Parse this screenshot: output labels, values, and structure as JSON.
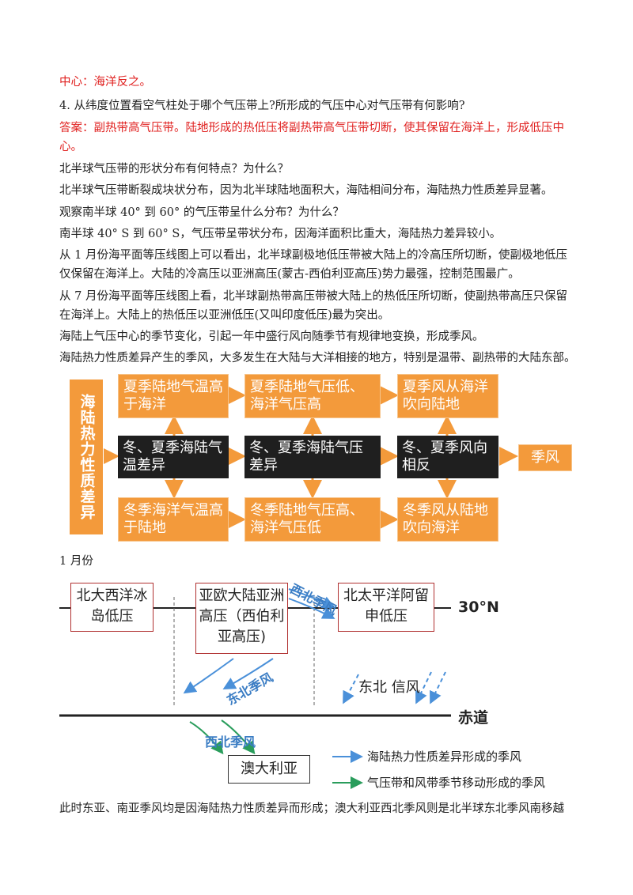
{
  "lines": {
    "l1": "中心：海洋反之。",
    "l2": "4.  从纬度位置看空气柱处于哪个气压带上?所形成的气压中心对气压带有何影响?",
    "l3": "答案：副热带高气压带。陆地形成的热低压将副热带高气压带切断，使其保留在海洋上，形成低压中",
    "l4": "心。",
    "l5": "北半球气压带的形状分布有何特点？为什么？",
    "l6": "北半球气压带断裂成块状分布，因为北半球陆地面积大，海陆相间分布，海陆热力性质差异显著。",
    "l7": "观察南半球 40°  到 60°  的气压带呈什么分布？为什么？",
    "l8": "南半球 40° S 到 60° S，气压带呈带状分布，因海洋面积比重大，海陆热力差异较小。",
    "l9": "从 1 月份海平面等压线图上可以看出，北半球副极地低压带被大陆上的冷高压所切断，使副极地低压",
    "l10": "仅保留在海洋上。大陆的冷高压以亚洲高压(蒙古-西伯利亚高压)势力最强，控制范围最广。",
    "l11": "从 7 月份海平面等压线图上看，北半球副热带高压带被大陆上的热低压所切断，使副热带高压只保留",
    "l12": "在海洋上。大陆上的热低压以亚洲低压(又叫印度低压)最为突出。",
    "l13": "海陆上气压中心的季节变化，引起一年中盛行风向随季节有规律地变换，形成季风。",
    "l14": "海陆热力性质差异产生的季风，大多发生在大陆与大洋相接的地方，特别是温带、副热带的大陆东部。",
    "l15": "1 月份",
    "l16": "此时东亚、南亚季风均是因海陆热力性质差异而形成；澳大利亚西北季风则是北半球东北季风南移越"
  },
  "flow": {
    "left": "海陆热力性质差异",
    "r1c1": "夏季陆地气温高于海洋",
    "r1c2": "夏季陆地气压低、海洋气压高",
    "r1c3": "夏季风从海洋吹向陆地",
    "r2c1": "冬、夏季海陆气温差异",
    "r2c2": "冬、夏季海陆气压差异",
    "r2c3": "冬、夏季风向相反",
    "r2c4": "季风",
    "r3c1": "冬季海洋气温高于陆地",
    "r3c2": "冬季陆地气压高、海洋气压低",
    "r3c3": "冬季风从陆地吹向海洋",
    "colors": {
      "orange": "#f39a3b",
      "dark": "#1f1f1f"
    }
  },
  "map": {
    "box1": "北大西洋冰岛低压",
    "box2": "亚欧大陆亚洲高压（西伯利亚高压)",
    "box3": "北太平洋阿留申低压",
    "lat30": "30°N",
    "equator": "赤道",
    "nw_monsoon_top": "西北季风",
    "ne_monsoon": "东北季风",
    "ne_trade": "东北 信风",
    "nw_monsoon_bottom": "西北季风",
    "australia": "澳大利亚",
    "legend_blue": "海陆热力性质差异形成的季风",
    "legend_green": "气压带和风带季节移动形成的季风",
    "colors": {
      "blue": "#4a90d9",
      "green": "#2a9d5c",
      "monsoon_text": "#3b7dc4"
    }
  }
}
